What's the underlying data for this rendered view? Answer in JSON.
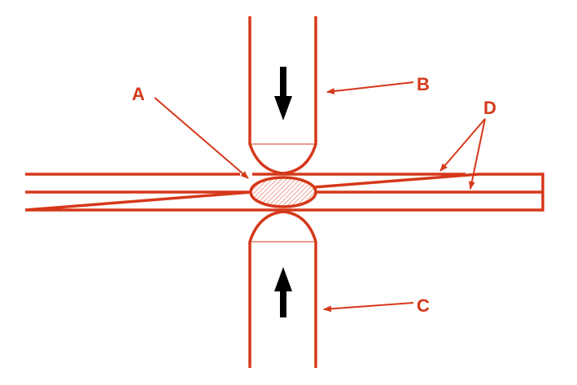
{
  "diagram": {
    "labels": {
      "a": "A",
      "b": "B",
      "c": "C",
      "d": "D"
    },
    "colors": {
      "line": "#d5381a",
      "arrow": "#000000",
      "background": "#ffffff"
    }
  }
}
